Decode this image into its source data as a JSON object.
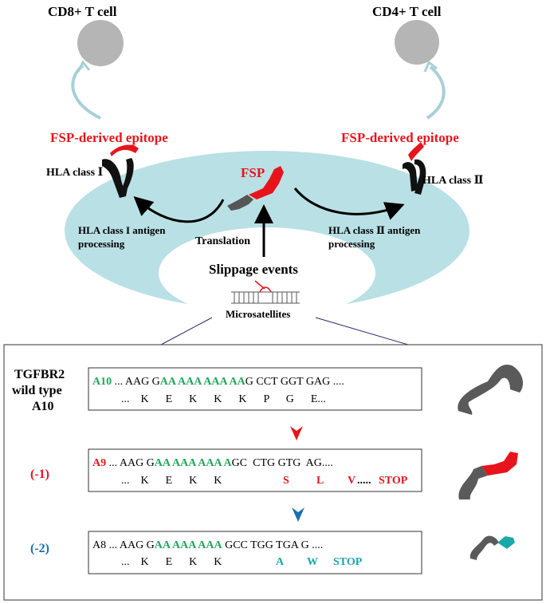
{
  "top": {
    "cd8_label": "CD8+ T cell",
    "cd4_label": "CD4+ T cell",
    "fsp_epitope_left": "FSP-derived epitope",
    "fsp_epitope_right": "FSP-derived epitope",
    "hla_class_1": "HLA class Ⅰ",
    "hla_class_2": "HLA class Ⅱ",
    "fsp": "FSP",
    "hla1_processing_line1": "HLA class I antigen",
    "hla1_processing_line2": "processing",
    "hla2_processing_line1": "HLA class Ⅱ antigen",
    "hla2_processing_line2": "processing",
    "translation": "Translation",
    "slippage": "Slippage events",
    "microsatellites": "Microsatellites"
  },
  "panel": {
    "wild_type": {
      "label_line1": "TGFBR2",
      "label_line2": "wild type",
      "label_line3": "A10",
      "tag": "A10",
      "dna_prefix": " ... AAG G",
      "dna_repeat": "AA AAA AAA AA",
      "dna_suffix": "G CCT GGT GAG ....",
      "aa_plain": "...    K      E      K      K      K      P      G      E..."
    },
    "minus1": {
      "label": "(-1)",
      "tag": "A9",
      "dna_prefix": " ... AAG G",
      "dna_repeat": "AA AAA AAA A",
      "dna_suffix": "GC  CTG GTG  AG....",
      "aa_plain": "...    K      E      K      K",
      "aa_mut": [
        "S",
        "L",
        "V"
      ],
      "aa_dots": ".....",
      "aa_stop": "STOP"
    },
    "minus2": {
      "label": "(-2)",
      "tag": "A8",
      "dna_prefix": " ... AAG G",
      "dna_repeat": "AA AAA AAA",
      "dna_suffix": " GCC TGG TGA G ....",
      "aa_plain": "...    K      E      K      K",
      "aa_mut": [
        "A",
        "W"
      ],
      "aa_stop": "STOP"
    }
  },
  "colors": {
    "cell_fill": "#b9e0e5",
    "cell_nucleus": "#ffffff",
    "tcell": "#b5b5b5",
    "epitope_red": "#e8141c",
    "repeat_green": "#22a55a",
    "mut_teal": "#1aa7a8",
    "arrow_blue": "#1b6fb3",
    "protein_gray": "#555555"
  }
}
